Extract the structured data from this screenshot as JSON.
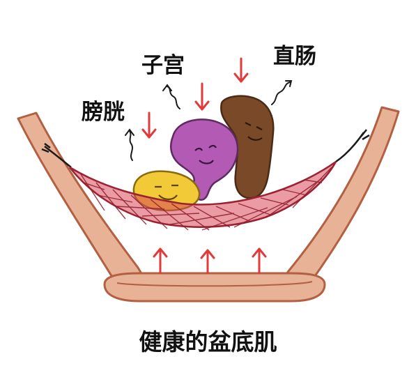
{
  "labels": {
    "bladder": "膀胱",
    "uterus": "子宫",
    "rectum": "直肠"
  },
  "caption": "健康的盆底肌",
  "colors": {
    "frame": "#e7b295",
    "frame_outline": "#b25f42",
    "net": "#c33a4a",
    "bladder": "#f2c936",
    "uterus": "#b35ab4",
    "rectum": "#7a4a28",
    "arrow": "#e03a3a"
  }
}
